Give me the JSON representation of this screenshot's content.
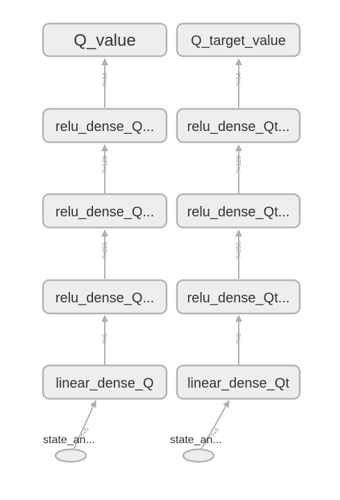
{
  "columns": [
    {
      "output": "Q_value",
      "dense3": "relu_dense_Q...",
      "dense2": "relu_dense_Q...",
      "dense1": "relu_dense_Q...",
      "linear": "linear_dense_Q",
      "input": "state_an...",
      "edges": {
        "out": "?×64",
        "d3": "?×128",
        "d2": "?×256",
        "d1": "?×6",
        "in": "?×6"
      }
    },
    {
      "output": "Q_target_value",
      "dense3": "relu_dense_Qt...",
      "dense2": "relu_dense_Qt...",
      "dense1": "relu_dense_Qt...",
      "linear": "linear_dense_Qt",
      "input": "state_an...",
      "edges": {
        "out": "?×64",
        "d3": "?×128",
        "d2": "?×256",
        "d1": "?×6",
        "in": "?×6"
      }
    }
  ]
}
